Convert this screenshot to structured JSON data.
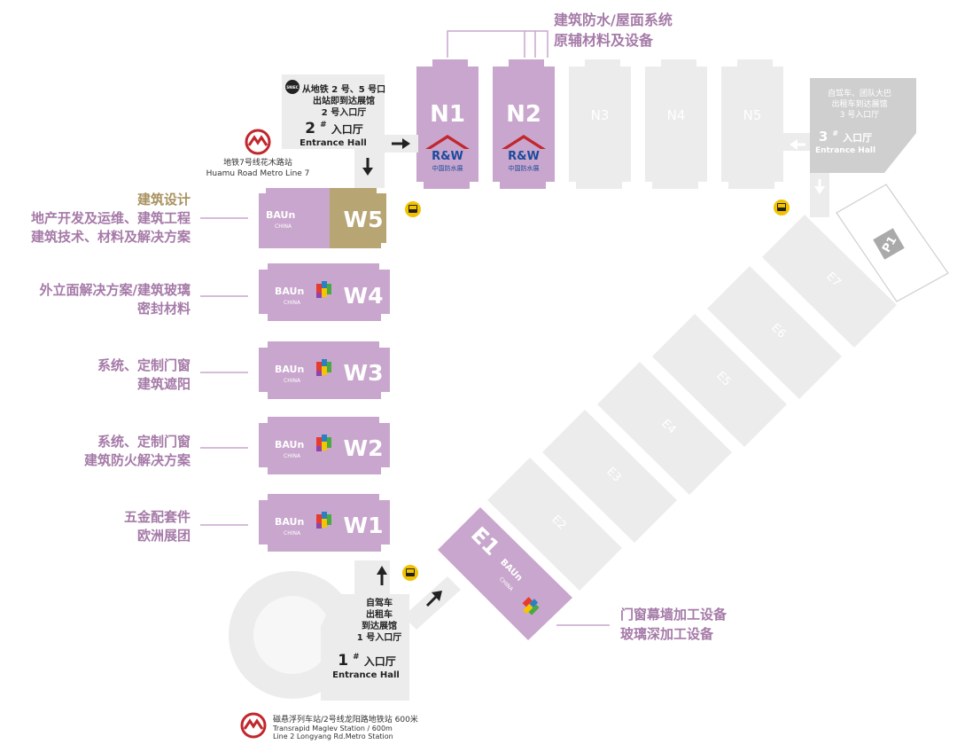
{
  "colors": {
    "purple": "#c9a6cd",
    "purple_text": "#a57aa8",
    "gold": "#b8a574",
    "gold_text": "#a89260",
    "gray": "#ececec",
    "gray_dark": "#cfcfcf",
    "gray_text": "#ffffff",
    "metro_red": "#c1272d",
    "bus_yellow": "#f2c200"
  },
  "north": {
    "header_line1": "建筑防水/屋面系统",
    "header_line2": "原辅材料及设备",
    "halls": [
      {
        "id": "N1",
        "sub": "R&W",
        "sub2": "中国防水展"
      },
      {
        "id": "N2",
        "sub": "R&W",
        "sub2": "中国防水展"
      },
      {
        "id": "N3"
      },
      {
        "id": "N4"
      },
      {
        "id": "N5"
      }
    ]
  },
  "west": {
    "halls": [
      {
        "id": "W5",
        "brand": "BAU",
        "brand_suffix": "n",
        "country": "CHINA",
        "labels": [
          "建筑设计",
          "地产开发及运维、建筑工程",
          "建筑技术、材料及解决方案"
        ]
      },
      {
        "id": "W4",
        "brand": "BAU",
        "brand_suffix": "n",
        "country": "CHINA",
        "labels": [
          "外立面解决方案/建筑玻璃",
          "密封材料"
        ]
      },
      {
        "id": "W3",
        "brand": "BAU",
        "brand_suffix": "n",
        "country": "CHINA",
        "labels": [
          "系统、定制门窗",
          "建筑遮阳"
        ]
      },
      {
        "id": "W2",
        "brand": "BAU",
        "brand_suffix": "n",
        "country": "CHINA",
        "labels": [
          "系统、定制门窗",
          "建筑防火解决方案"
        ]
      },
      {
        "id": "W1",
        "brand": "BAU",
        "brand_suffix": "n",
        "country": "CHINA",
        "labels": [
          "五金配套件",
          "欧洲展团"
        ]
      }
    ]
  },
  "east": {
    "halls": [
      {
        "id": "E1",
        "brand": "BAU",
        "brand_suffix": "n",
        "country": "CHINA"
      },
      {
        "id": "E2"
      },
      {
        "id": "E3"
      },
      {
        "id": "E4"
      },
      {
        "id": "E5"
      },
      {
        "id": "E6"
      },
      {
        "id": "E7"
      }
    ],
    "e1_labels": [
      "门窗幕墙加工设备",
      "玻璃深加工设备"
    ],
    "p1": "P1"
  },
  "entrance2": {
    "badge": "SNIEC",
    "line1": "从地铁 2 号、5 号口",
    "line2": "出站即到达展馆",
    "line3": "2 号入口厅",
    "num": "2",
    "sup": "#",
    "title_cn": "入口厅",
    "title_en": "Entrance Hall"
  },
  "entrance3": {
    "line1": "自驾车、团队大巴",
    "line2": "出租车到达展馆",
    "line3": "3 号入口厅",
    "num": "3",
    "sup": "#",
    "title_cn": "入口厅",
    "title_en": "Entrance Hall"
  },
  "entrance1": {
    "line1": "自驾车",
    "line2": "出租车",
    "line3": "到达展馆",
    "line4": "1 号入口厅",
    "num": "1",
    "sup": "#",
    "title_cn": "入口厅",
    "title_en": "Entrance Hall"
  },
  "metro_top": {
    "line1": "地铁7号线花木路站",
    "line2": "Huamu Road Metro Line 7"
  },
  "metro_bottom": {
    "line1": "磁悬浮列车站/2号线龙阳路地铁站 600米",
    "line2": "Transrapid Maglev Station / 600m",
    "line3": "Line 2 Longyang Rd.Metro Station"
  }
}
